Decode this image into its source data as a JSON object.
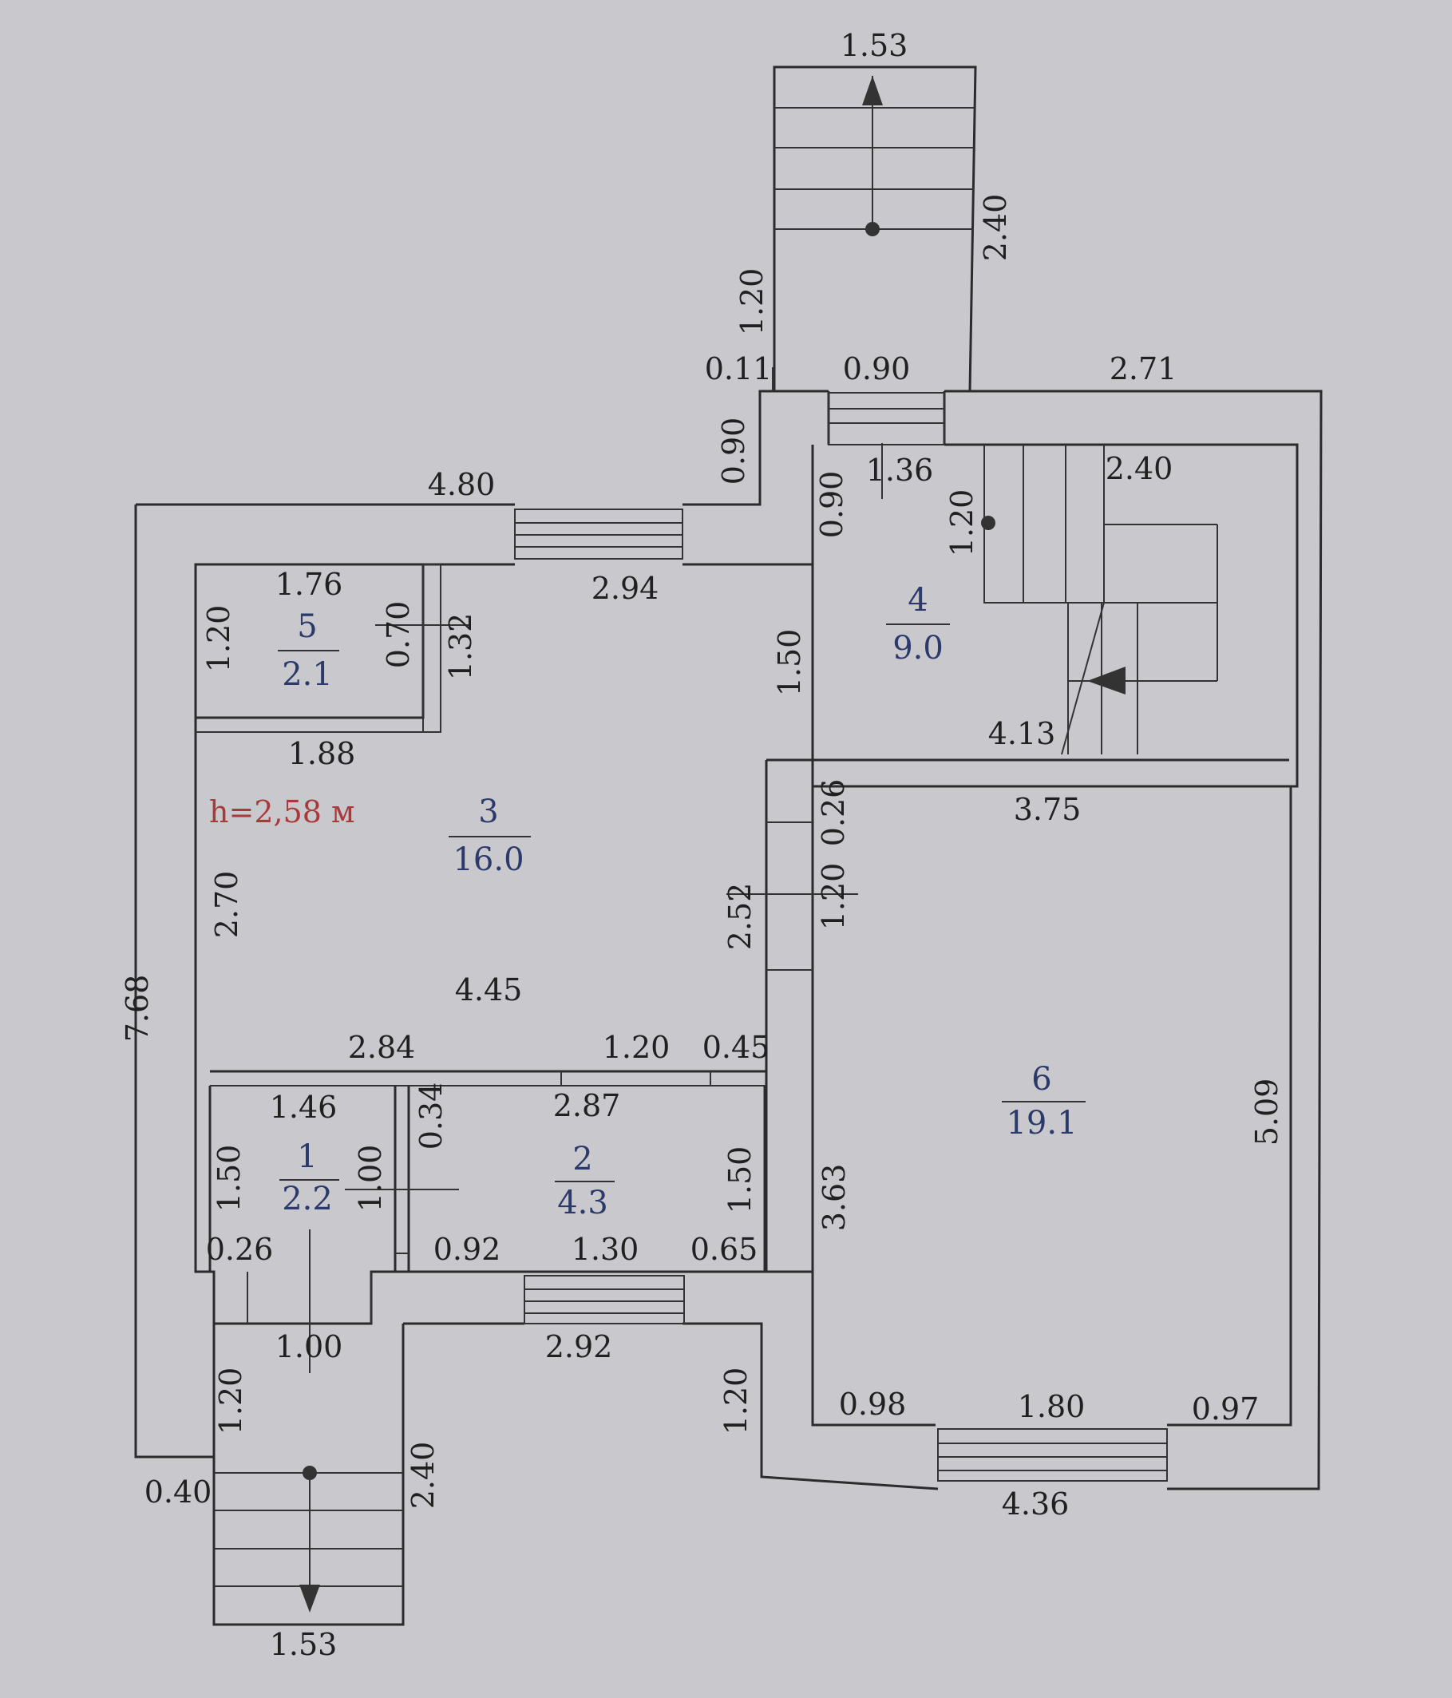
{
  "height_label": "h=2,58 м",
  "rooms": [
    {
      "num": "1",
      "area": "2.2"
    },
    {
      "num": "2",
      "area": "4.3"
    },
    {
      "num": "3",
      "area": "16.0"
    },
    {
      "num": "4",
      "area": "9.0"
    },
    {
      "num": "5",
      "area": "2.1"
    },
    {
      "num": "6",
      "area": "19.1"
    }
  ],
  "dims": [
    "1.53",
    "2.40",
    "1.20",
    "0.11",
    "0.90",
    "2.71",
    "0.90",
    "0.90",
    "1.36",
    "2.40",
    "1.20",
    "4.80",
    "2.94",
    "1.76",
    "1.20",
    "0.70",
    "1.32",
    "1.50",
    "4.13",
    "1.88",
    "3.75",
    "0.26",
    "1.20",
    "2.52",
    "2.70",
    "7.68",
    "4.45",
    "2.84",
    "1.20",
    "0.45",
    "1.46",
    "0.34",
    "2.87",
    "1.50",
    "1.00",
    "1.50",
    "0.26",
    "0.92",
    "1.30",
    "0.65",
    "3.63",
    "5.09",
    "1.00",
    "2.92",
    "1.20",
    "1.20",
    "0.98",
    "1.80",
    "0.97",
    "0.40",
    "2.40",
    "4.36",
    "1.53"
  ]
}
